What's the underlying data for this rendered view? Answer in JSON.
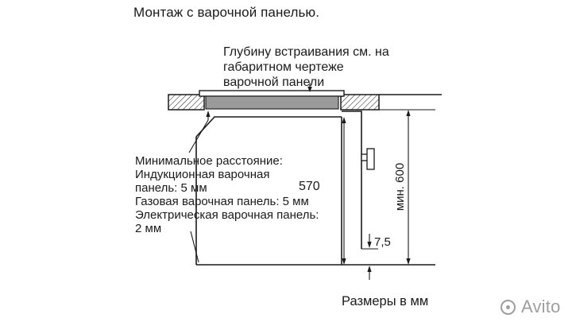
{
  "title": "Монтаж с варочной панелью.",
  "notes": {
    "embed_depth": [
      "Глубину встраивания см. на",
      "габаритном чертеже",
      "варочной панели"
    ],
    "min_distance": [
      "Минимальное расстояние:",
      "Индукционная варочная",
      "панель: 5 мм",
      "Газовая варочная панель: 5 мм",
      "Электрическая варочная панель:",
      "2 мм"
    ],
    "units": "Размеры в мм"
  },
  "dimensions": {
    "inner_height": "570",
    "niche_height": "мин. 600",
    "bottom_gap": "7,5"
  },
  "watermark": {
    "brand": "Avito"
  },
  "colors": {
    "line": "#1a1a1a",
    "hob_fill": "#9a9a9a",
    "watermark_gray": "#9e9e9e"
  }
}
